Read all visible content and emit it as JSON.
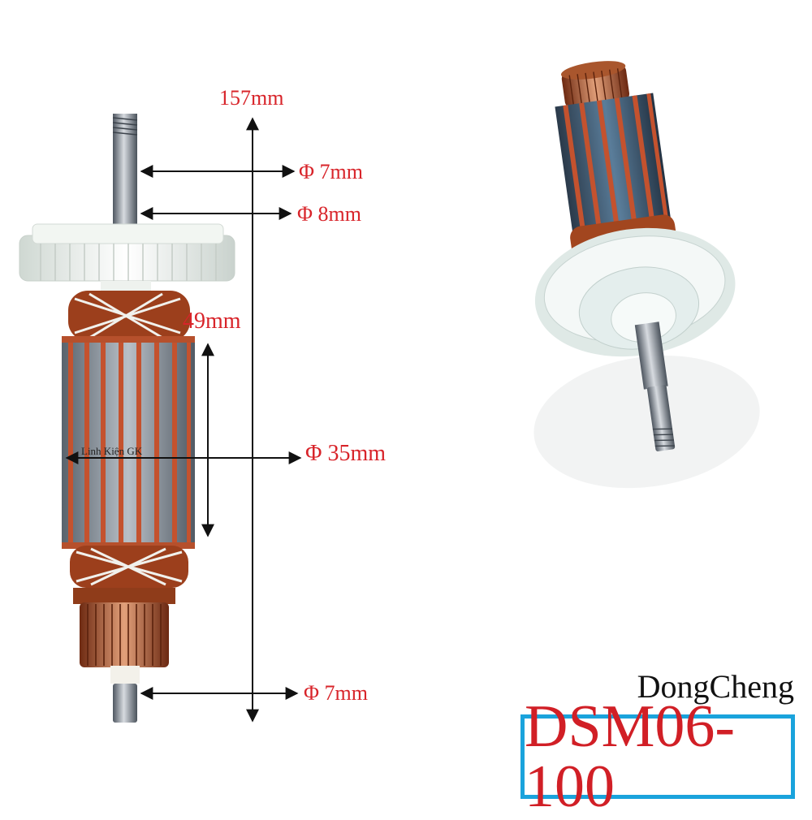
{
  "dimensions": {
    "length": "157mm",
    "top_shaft_diameter": "Φ 7mm",
    "bearing_seat_diameter": "Φ 8mm",
    "core_length": "49mm",
    "core_diameter": "Φ 35mm",
    "bottom_shaft_diameter": "Φ 7mm"
  },
  "watermark": "Linh Kiện GK",
  "brand": "DongCheng",
  "model": "DSM06-100",
  "colors": {
    "dimension_text": "#d8242a",
    "model_text": "#d11f26",
    "model_border": "#1aa3dc",
    "copper": "#b5532a",
    "steel": "#6f7b86",
    "fan": "#f3f6f1"
  }
}
